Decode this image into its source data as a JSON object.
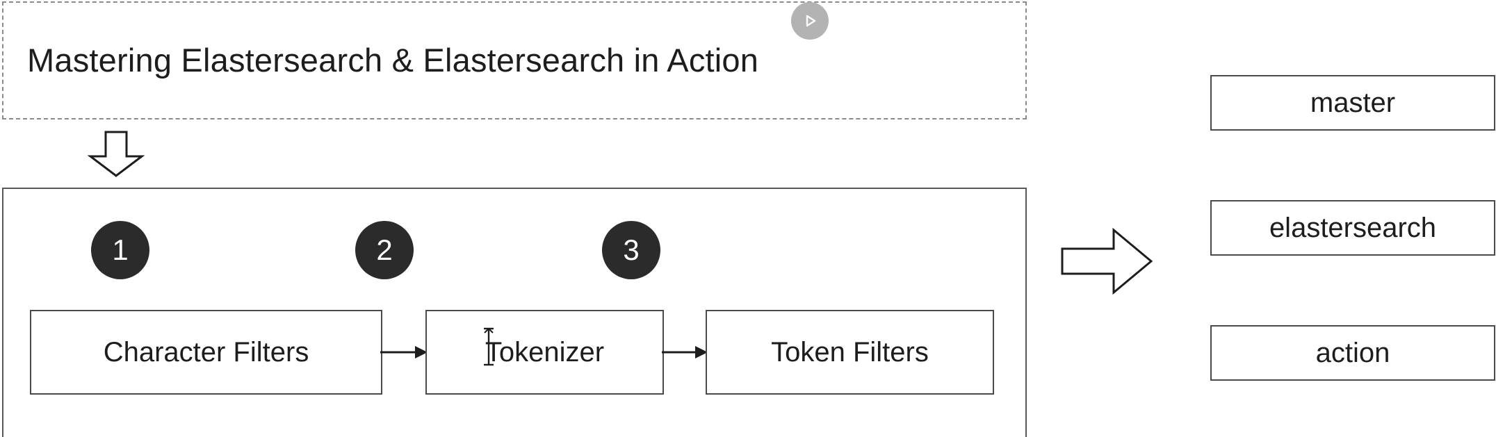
{
  "title_block": {
    "text": "Mastering Elastersearch & Elastersearch in Action",
    "border_color": "#8a8a8a",
    "border_style": "dash-dot"
  },
  "play_overlay": {
    "icon": "play-triangle-icon",
    "circle_color": "#b3b3b3",
    "glyph_color": "#ffffff"
  },
  "down_arrow": {
    "icon": "arrow-down-outline-icon",
    "stroke_color": "#1d1d1d"
  },
  "pipeline": {
    "panel_border_color": "#585858",
    "circle_color": "#2b2b2b",
    "circle_text_color": "#ffffff",
    "steps": [
      {
        "number": "1",
        "label": "Character Filters"
      },
      {
        "number": "2",
        "label": "Tokenizer"
      },
      {
        "number": "3",
        "label": "Token Filters"
      }
    ],
    "connectors": [
      {
        "icon": "arrow-right-icon"
      },
      {
        "icon": "arrow-right-icon"
      }
    ],
    "text_cursor": {
      "icon": "text-ibeam-cursor-icon"
    }
  },
  "transform_arrow": {
    "icon": "arrow-right-block-outline-icon",
    "stroke_color": "#1d1d1d"
  },
  "tokens": {
    "border_color": "#4a4a4a",
    "items": [
      {
        "label": "master"
      },
      {
        "label": "elastersearch"
      },
      {
        "label": "action"
      }
    ]
  }
}
